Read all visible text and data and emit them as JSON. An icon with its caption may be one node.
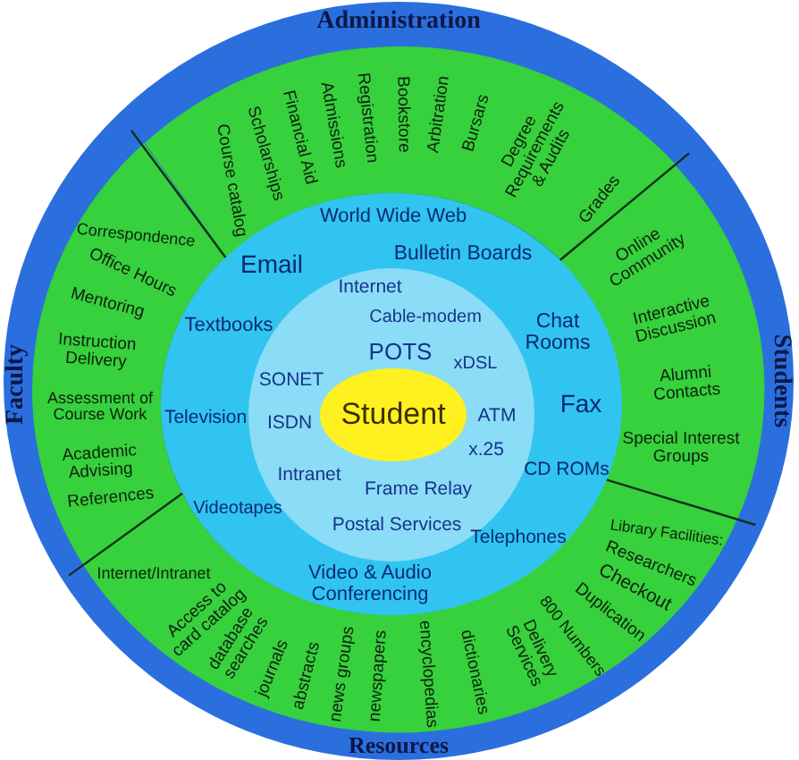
{
  "diagram": {
    "nodes": [
      {
        "text": [
          "Administration",
          "Course catalog",
          "Scholarships",
          "Financial Aid",
          "Admissions",
          "Registration",
          "Bookstore",
          "Arbitration",
          "Bursars",
          "Degree Requirements & Audits",
          "Grades"
        ]
      },
      {
        "text": [
          "Faculty",
          "Correspondence",
          "Office Hours",
          "Mentoring",
          "Instruction Delivery",
          "Assessment of Course Work",
          "Academic Advising",
          "References"
        ]
      },
      {
        "text": [
          "Students",
          "Online Community",
          "Interactive Discussion",
          "Alumni Contacts",
          "Special Interest Groups"
        ]
      },
      {
        "text": [
          "Resources",
          "Internet/Intranet",
          "Access to card catalog",
          "database searches",
          "journals",
          "abstracts",
          "news groups",
          "newspapers",
          "encyclopedias",
          "dictionaries",
          "Library Facilities:",
          "Researchers",
          "Checkout",
          "Duplication",
          "800 Numbers",
          "Delivery Services"
        ]
      },
      {
        "text": [
          "World Wide Web",
          "Bulletin Boards",
          "Email",
          "Textbooks",
          "Chat Rooms",
          "Television",
          "Fax",
          "CD ROMs",
          "Videotapes",
          "Telephones",
          "Video & Audio Conferencing"
        ]
      },
      {
        "text": [
          "Internet",
          "Cable-modem",
          "POTS",
          "xDSL",
          "SONET",
          "ISDN",
          "ATM",
          "x.25",
          "Intranet",
          "Frame Relay",
          "Postal Services"
        ],
        "in": 4
      },
      {
        "text": [
          "Student"
        ],
        "in": 5
      }
    ]
  }
}
